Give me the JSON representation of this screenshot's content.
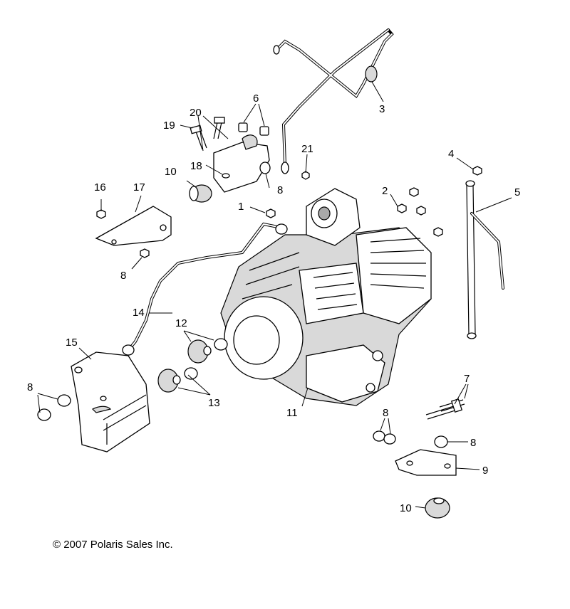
{
  "copyright": "© 2007 Polaris Sales Inc.",
  "callouts": [
    {
      "id": "c1",
      "text": "1"
    },
    {
      "id": "c2",
      "text": "2"
    },
    {
      "id": "c3",
      "text": "3"
    },
    {
      "id": "c4",
      "text": "4"
    },
    {
      "id": "c5",
      "text": "5"
    },
    {
      "id": "c6",
      "text": "6"
    },
    {
      "id": "c7",
      "text": "7"
    },
    {
      "id": "c8a",
      "text": "8"
    },
    {
      "id": "c8b",
      "text": "8"
    },
    {
      "id": "c8c",
      "text": "8"
    },
    {
      "id": "c8d",
      "text": "8"
    },
    {
      "id": "c8e",
      "text": "8"
    },
    {
      "id": "c9",
      "text": "9"
    },
    {
      "id": "c10a",
      "text": "10"
    },
    {
      "id": "c10b",
      "text": "10"
    },
    {
      "id": "c11",
      "text": "11"
    },
    {
      "id": "c12",
      "text": "12"
    },
    {
      "id": "c13",
      "text": "13"
    },
    {
      "id": "c14",
      "text": "14"
    },
    {
      "id": "c15",
      "text": "15"
    },
    {
      "id": "c16",
      "text": "16"
    },
    {
      "id": "c17",
      "text": "17"
    },
    {
      "id": "c18",
      "text": "18"
    },
    {
      "id": "c19",
      "text": "19"
    },
    {
      "id": "c20",
      "text": "20"
    },
    {
      "id": "c21",
      "text": "21"
    }
  ]
}
